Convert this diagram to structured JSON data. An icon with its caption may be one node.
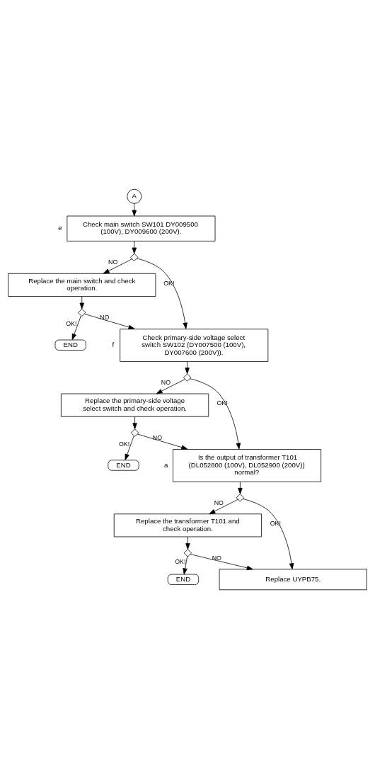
{
  "diagram": {
    "nodes": [
      {
        "text": [
          "A"
        ]
      },
      {
        "text": [
          "Check main switch SW101 DY009500 (100V), DY009600 (200V)."
        ],
        "beside": [
          "e"
        ]
      },
      {
        "text": [],
        "shape": "diamond"
      },
      {
        "text": [
          "Replace the main switch and check operation."
        ]
      },
      {
        "text": [],
        "shape": "diamond"
      },
      {
        "text": [
          "END"
        ]
      },
      {
        "text": [
          "Check primary-side voltage select switch SW102 (DY007500 (100V), DY007600 (200V))."
        ],
        "beside": [
          "f"
        ]
      },
      {
        "text": [],
        "shape": "diamond"
      },
      {
        "text": [
          "Replace the primary-side voltage select switch and check operation."
        ]
      },
      {
        "text": [],
        "shape": "diamond"
      },
      {
        "text": [
          "END"
        ]
      },
      {
        "text": [
          "Is the output of transformer T101 (DL052800 (100V), DL052900 (200V)) normal?"
        ],
        "beside": [
          "a"
        ]
      },
      {
        "text": [],
        "shape": "diamond"
      },
      {
        "text": [
          "Replace the transformer T101 and check operation."
        ]
      },
      {
        "text": [],
        "shape": "diamond"
      },
      {
        "text": [
          "END"
        ]
      },
      {
        "text": [
          "Replace UYPB75."
        ]
      }
    ],
    "edges": [
      {
        "from": 0,
        "to": 1,
        "arrow": "to"
      },
      {
        "from": 1,
        "to": 2,
        "arrow": "to"
      },
      {
        "from": 2,
        "to": 3,
        "arrow": "to",
        "label": "NO"
      },
      {
        "from": 2,
        "to": 6,
        "arrow": "to",
        "label": "OK!"
      },
      {
        "from": 3,
        "to": 4,
        "arrow": "to"
      },
      {
        "from": 4,
        "to": 5,
        "arrow": "to",
        "label": "OK!"
      },
      {
        "from": 4,
        "to": 6,
        "arrow": "to",
        "label": "NO"
      },
      {
        "from": 6,
        "to": 7,
        "arrow": "to"
      },
      {
        "from": 7,
        "to": 8,
        "arrow": "to",
        "label": "NO"
      },
      {
        "from": 7,
        "to": 11,
        "arrow": "to",
        "label": "OK!"
      },
      {
        "from": 8,
        "to": 9,
        "arrow": "to"
      },
      {
        "from": 9,
        "to": 10,
        "arrow": "to",
        "label": "OK!"
      },
      {
        "from": 9,
        "to": 11,
        "arrow": "to",
        "label": "NO"
      },
      {
        "from": 11,
        "to": 12,
        "arrow": "to"
      },
      {
        "from": 12,
        "to": 13,
        "arrow": "to",
        "label": "NO"
      },
      {
        "from": 12,
        "to": 16,
        "arrow": "to",
        "label": "OK!"
      },
      {
        "from": 13,
        "to": 14,
        "arrow": "to"
      },
      {
        "from": 14,
        "to": 15,
        "arrow": "to",
        "label": "OK!"
      },
      {
        "from": 14,
        "to": 16,
        "arrow": "to",
        "label": "NO"
      }
    ]
  }
}
